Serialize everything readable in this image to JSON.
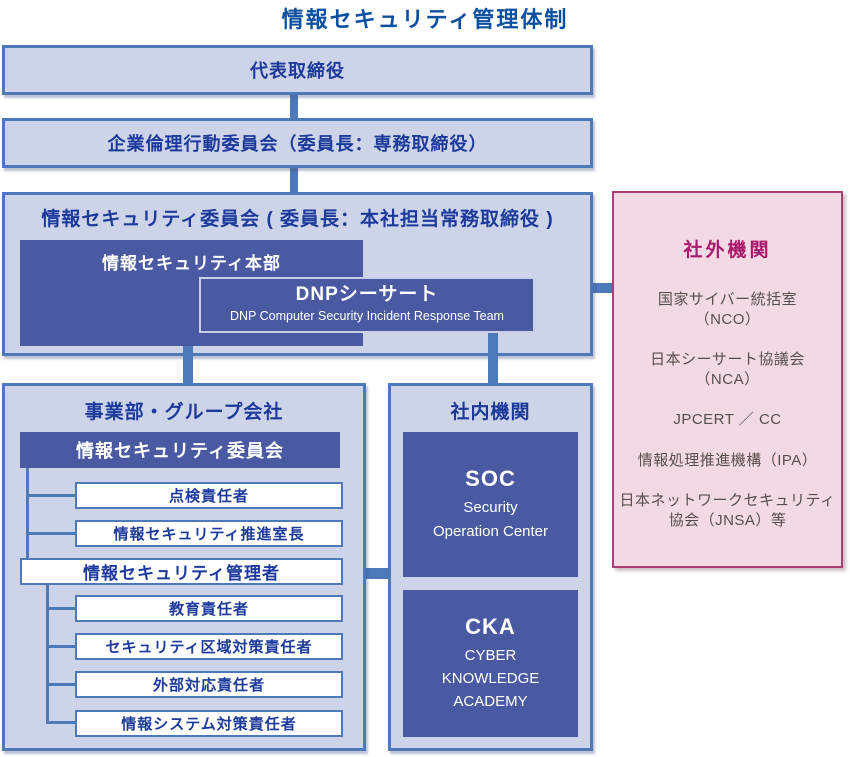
{
  "title": "情報セキュリティ管理体制",
  "colors": {
    "box_fill": "#ced4e8",
    "box_border": "#4d79bb",
    "dark_fill": "#4a5aa2",
    "navy_text": "#1c3a9c",
    "title_blue": "#0b4fa1",
    "pink_fill": "#f3d9e4",
    "pink_border": "#b03c77",
    "magenta_text": "#a81a6b",
    "gray_text": "#56504d"
  },
  "chain": {
    "ceo": "代表取締役",
    "ethics_committee": "企業倫理行動委員会（委員長：専務取締役）"
  },
  "security_committee": {
    "label": "情報セキュリティ委員会 ( 委員長：本社担当常務取締役 )",
    "headquarters": "情報セキュリティ本部",
    "csirt": {
      "title": "DNPシーサート",
      "subtitle": "DNP Computer Security Incident Response Team"
    }
  },
  "external": {
    "title": "社外機関",
    "items": [
      {
        "lines": [
          "国家サイバー統括室",
          "（NCO）"
        ]
      },
      {
        "lines": [
          "日本シーサート協議会",
          "（NCA）"
        ]
      },
      {
        "lines": [
          "JPCERT ／ CC"
        ]
      },
      {
        "lines": [
          "情報処理推進機構（IPA）"
        ]
      },
      {
        "lines": [
          "日本ネットワークセキュリティ",
          "協会（JNSA）等"
        ]
      }
    ]
  },
  "divisions": {
    "header": "事業部・グループ会社",
    "committee": "情報セキュリティ委員会",
    "committee_roles": [
      "点検責任者",
      "情報セキュリティ推進室長"
    ],
    "manager": "情報セキュリティ管理者",
    "manager_roles": [
      "教育責任者",
      "セキュリティ区域対策責任者",
      "外部対応責任者",
      "情報システム対策責任者"
    ]
  },
  "internal": {
    "header": "社内機関",
    "soc": {
      "abbr": "SOC",
      "lines": [
        "Security",
        "Operation Center"
      ]
    },
    "cka": {
      "abbr": "CKA",
      "lines": [
        "CYBER",
        "KNOWLEDGE",
        "ACADEMY"
      ]
    }
  }
}
